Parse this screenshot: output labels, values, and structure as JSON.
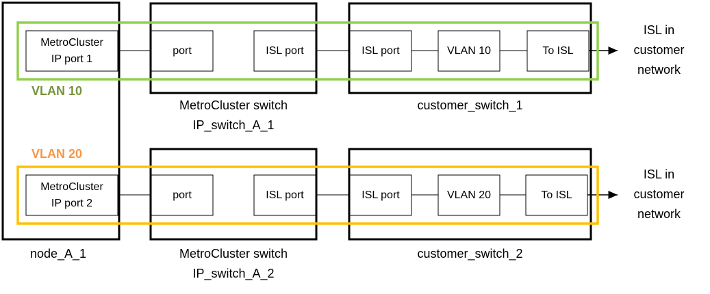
{
  "node": {
    "label": "node_A_1",
    "port1_line1": "MetroCluster",
    "port1_line2": "IP port 1",
    "port2_line1": "MetroCluster",
    "port2_line2": "IP port 2"
  },
  "vlans": [
    {
      "label": "VLAN 10",
      "color": "#92d050"
    },
    {
      "label": "VLAN 20",
      "color": "#ffc000"
    }
  ],
  "vlan_label_colors": {
    "vlan10": "#77933c",
    "vlan20": "#f79646"
  },
  "mc_switch_1": {
    "line1": "MetroCluster switch",
    "line2": "IP_switch_A_1",
    "port": "port",
    "isl_port": "ISL port"
  },
  "mc_switch_2": {
    "line1": "MetroCluster switch",
    "line2": "IP_switch_A_2",
    "port": "port",
    "isl_port": "ISL port"
  },
  "customer_switch_1": {
    "label": "customer_switch_1",
    "isl_port": "ISL port",
    "vlan": "VLAN 10",
    "to_isl": "To ISL"
  },
  "customer_switch_2": {
    "label": "customer_switch_2",
    "isl_port": "ISL port",
    "vlan": "VLAN 20",
    "to_isl": "To ISL"
  },
  "destination_1": {
    "line1": "ISL in",
    "line2": "customer",
    "line3": "network"
  },
  "destination_2": {
    "line1": "ISL in",
    "line2": "customer",
    "line3": "network"
  }
}
